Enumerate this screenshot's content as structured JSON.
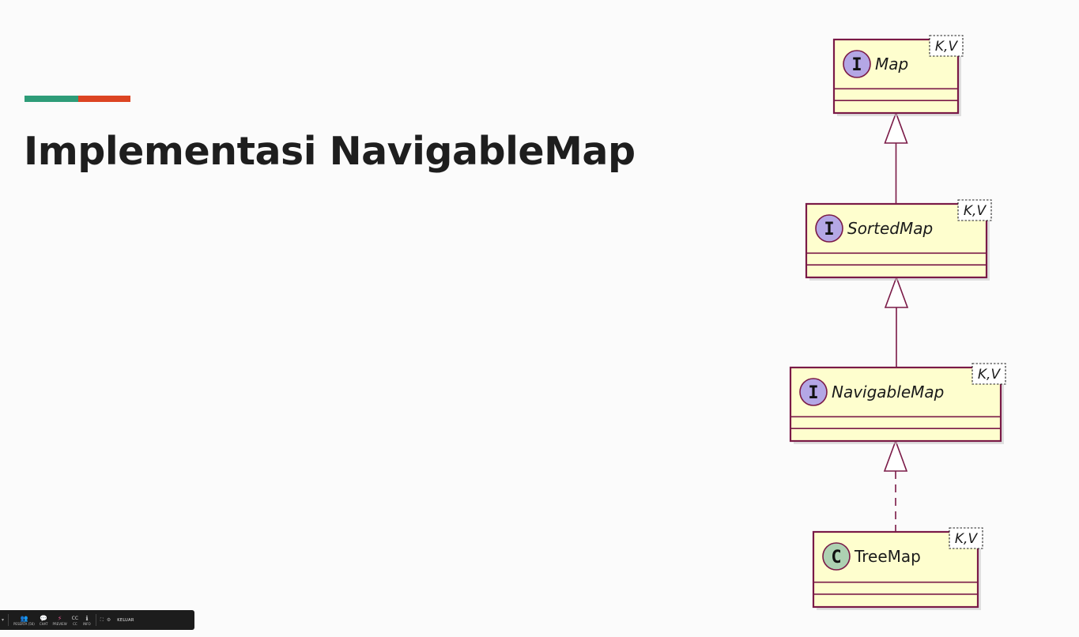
{
  "slide": {
    "title": "Implementasi NavigableMap",
    "accent_colors": [
      "#2e9c78",
      "#dc4422"
    ]
  },
  "diagram": {
    "colors": {
      "fill": "#fefece",
      "border": "#7a1a47",
      "interface_badge": "#b4a7e5",
      "class_badge": "#add1b2"
    },
    "classes": [
      {
        "id": "Map",
        "name": "Map",
        "stereotype": "I",
        "kind": "interface",
        "italic": true,
        "type_params": "K,V"
      },
      {
        "id": "SortedMap",
        "name": "SortedMap",
        "stereotype": "I",
        "kind": "interface",
        "italic": true,
        "type_params": "K,V"
      },
      {
        "id": "NavigableMap",
        "name": "NavigableMap",
        "stereotype": "I",
        "kind": "interface",
        "italic": true,
        "type_params": "K,V"
      },
      {
        "id": "TreeMap",
        "name": "TreeMap",
        "stereotype": "C",
        "kind": "class",
        "italic": false,
        "type_params": "K,V"
      }
    ],
    "relations": [
      {
        "from": "SortedMap",
        "to": "Map",
        "type": "extends"
      },
      {
        "from": "NavigableMap",
        "to": "SortedMap",
        "type": "extends"
      },
      {
        "from": "TreeMap",
        "to": "NavigableMap",
        "type": "implements"
      }
    ]
  },
  "toolbar": {
    "items": [
      {
        "icon": "participants-icon",
        "glyph": "👥",
        "label": "PESERTA (56)"
      },
      {
        "icon": "chat-icon",
        "glyph": "💬",
        "label": "CHAT"
      },
      {
        "icon": "reaction-icon",
        "glyph": "⚡",
        "label": "PREVIEW"
      },
      {
        "icon": "cc-icon",
        "glyph": "CC",
        "label": "CC"
      },
      {
        "icon": "info-icon",
        "glyph": "ℹ",
        "label": "INFO"
      }
    ],
    "exit_label": "KELUAR"
  }
}
